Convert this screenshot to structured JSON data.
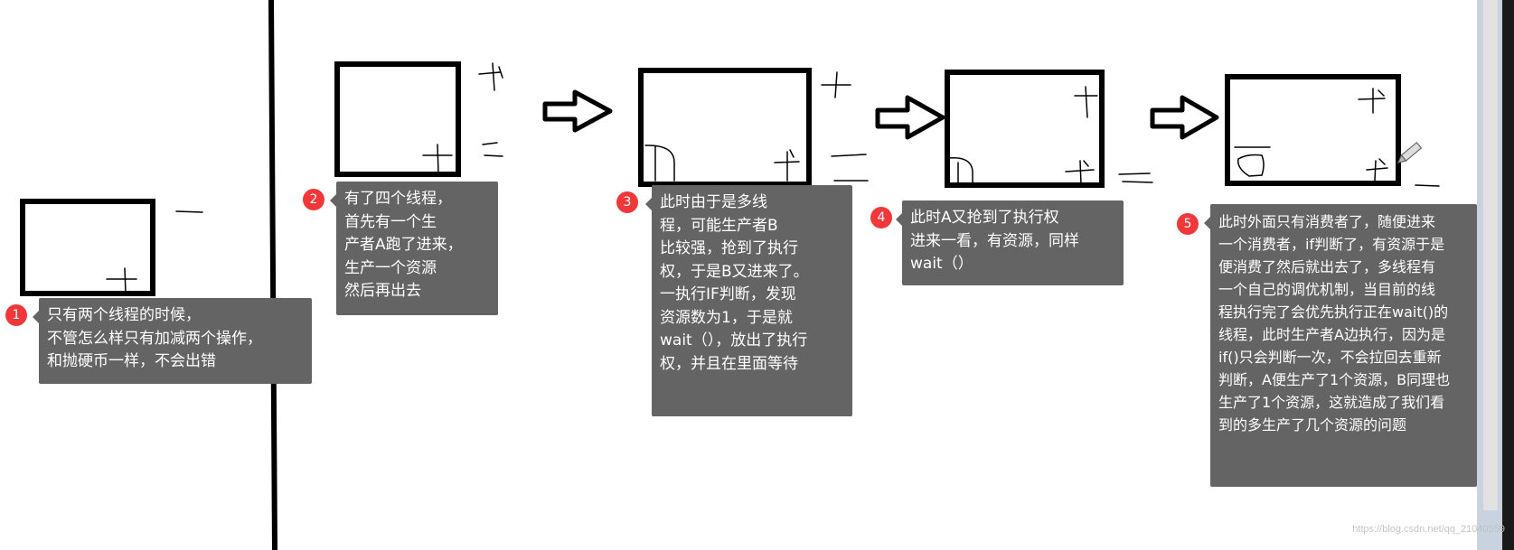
{
  "steps": [
    {
      "number": "1",
      "text": "只有两个线程的时候，\n不管怎么样只有加减两个操作，\n和抛硬币一样，不会出错"
    },
    {
      "number": "2",
      "text": "有了四个线程，\n首先有一个生\n产者A跑了进来，\n生产一个资源\n然后再出去"
    },
    {
      "number": "3",
      "text": "此时由于是多线\n程，可能生产者B\n比较强，抢到了执行\n权，于是B又进来了。\n一执行IF判断，发现\n资源数为1，于是就\nwait（），放出了执行\n权，并且在里面等待"
    },
    {
      "number": "4",
      "text": "此时A又抢到了执行权\n进来一看，有资源，同样\nwait（）"
    },
    {
      "number": "5",
      "text": "此时外面只有消费者了，随便进来\n一个消费者，if判断了，有资源于是\n便消费了然后就出去了，多线程有\n一个自己的调优机制，当目前的线\n程执行完了会优先执行正在wait()的\n线程，此时生产者A边执行，因为是\nif()只会判断一次，不会拉回去重新\n判断，A便生产了1个资源，B同理也\n生产了1个资源，这就造成了我们看\n到的多生产了几个资源的问题"
    }
  ],
  "watermark": "https://blog.csdn.net/qq_21040559",
  "colors": {
    "badge": "#f0383a",
    "tooltip": "#646464"
  },
  "icons": [
    "pencil-icon",
    "arrow-right-icon"
  ]
}
